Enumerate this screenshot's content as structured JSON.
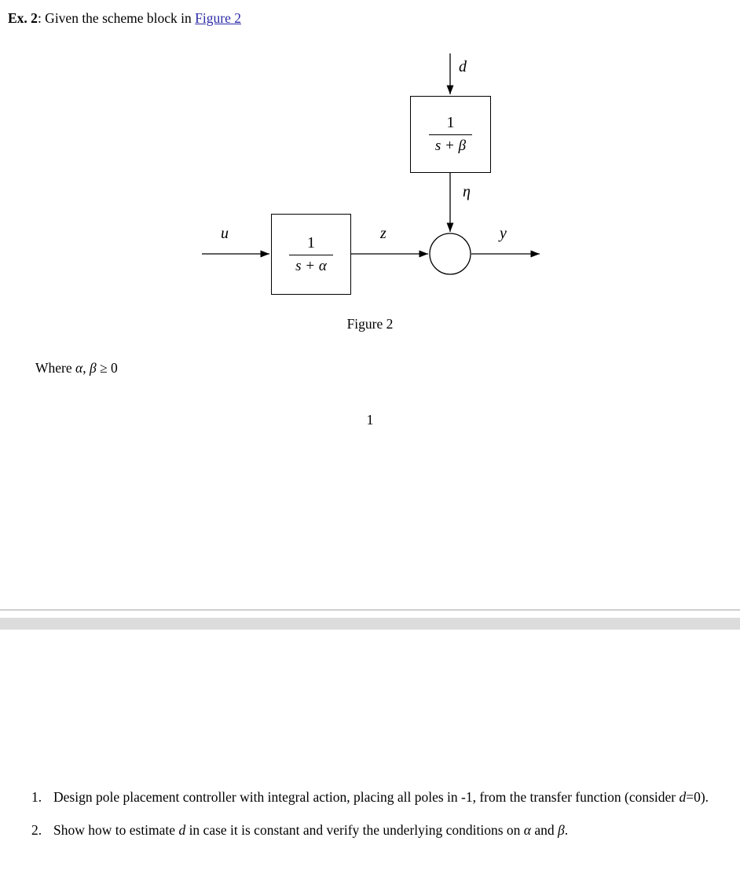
{
  "page1": {
    "header": {
      "bold": "Ex. 2",
      "rest": ": Given the scheme block in ",
      "link": "Figure 2"
    },
    "diagram": {
      "signal_d": "d",
      "signal_eta": "η",
      "signal_u": "u",
      "signal_z": "z",
      "signal_y": "y",
      "disturbance_block": {
        "numerator": "1",
        "denominator": "s + β"
      },
      "plant_block": {
        "numerator": "1",
        "denominator": "s + α"
      },
      "caption": "Figure 2"
    },
    "where": [
      {
        "t": "Where "
      },
      {
        "t": "α",
        "i": true
      },
      {
        "t": ", "
      },
      {
        "t": "β",
        "i": true
      },
      {
        "t": " ≥ 0"
      }
    ],
    "page_number": "1"
  },
  "page2": {
    "items": [
      {
        "number": "1.",
        "segments": [
          {
            "t": "Design pole placement controller with integral action, placing all poles in -1, from the transfer function (consider "
          },
          {
            "t": "d",
            "i": true
          },
          {
            "t": "=0)."
          }
        ]
      },
      {
        "number": "2.",
        "segments": [
          {
            "t": "Show how to estimate "
          },
          {
            "t": "d",
            "i": true
          },
          {
            "t": " in case it is constant and verify the underlying conditions on "
          },
          {
            "t": "α",
            "i": true
          },
          {
            "t": " and "
          },
          {
            "t": "β",
            "i": true
          },
          {
            "t": "."
          }
        ]
      }
    ]
  },
  "colors": {
    "link": "#2b2ba6",
    "page_gap_band": "#dcdcdc",
    "page_edge_line": "#cfcfcf"
  }
}
